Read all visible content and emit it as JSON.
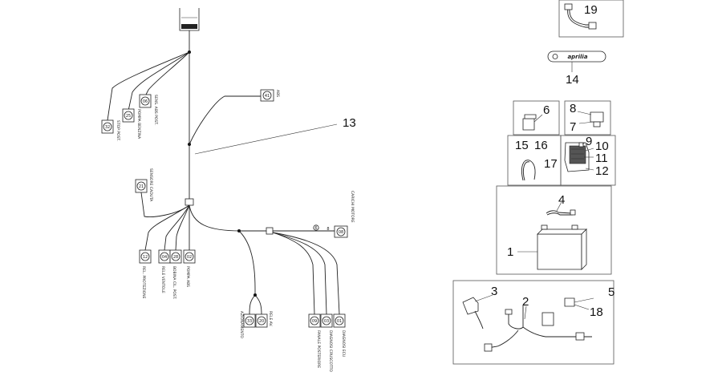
{
  "callouts": {
    "c1": "1",
    "c2": "2",
    "c3": "3",
    "c4": "4",
    "c5": "5",
    "c6": "6",
    "c7": "7",
    "c8": "8",
    "c9": "9",
    "c10": "10",
    "c11": "11",
    "c12": "12",
    "c13": "13",
    "c14": "14",
    "c15": "15",
    "c16": "16",
    "c17": "17",
    "c18": "18",
    "c19": "19"
  },
  "logo_text": "aprilia",
  "connectors": [
    {
      "num": "32",
      "label": "STOP POST."
    },
    {
      "num": "25",
      "label": "POMPA BENZINA"
    },
    {
      "num": "06",
      "label": "SENS. ABS POST."
    },
    {
      "num": "41",
      "label": "ABS"
    },
    {
      "num": "21",
      "label": "SENSORE CADUTA"
    },
    {
      "num": "12",
      "label": "REL. PROTEZIONE"
    },
    {
      "num": "04",
      "label": "RELE VENTOLE"
    },
    {
      "num": "28",
      "label": "BOBINA CIL. POST."
    },
    {
      "num": "02",
      "label": "POMPA ABS"
    },
    {
      "num": "08",
      "label": "CARICHI MOTORE"
    },
    {
      "num": "33",
      "label": "AZIONAMENTO"
    },
    {
      "num": "20",
      "label": "RELE AV."
    },
    {
      "num": "09",
      "label": "FANALE POSTERIORE"
    },
    {
      "num": "03",
      "label": "DIAGNOSI CRUSCOTTO"
    },
    {
      "num": "01",
      "label": "DIAGNOSI ECU"
    }
  ],
  "wire_marks": {
    "m1": "6",
    "m2": "8"
  }
}
